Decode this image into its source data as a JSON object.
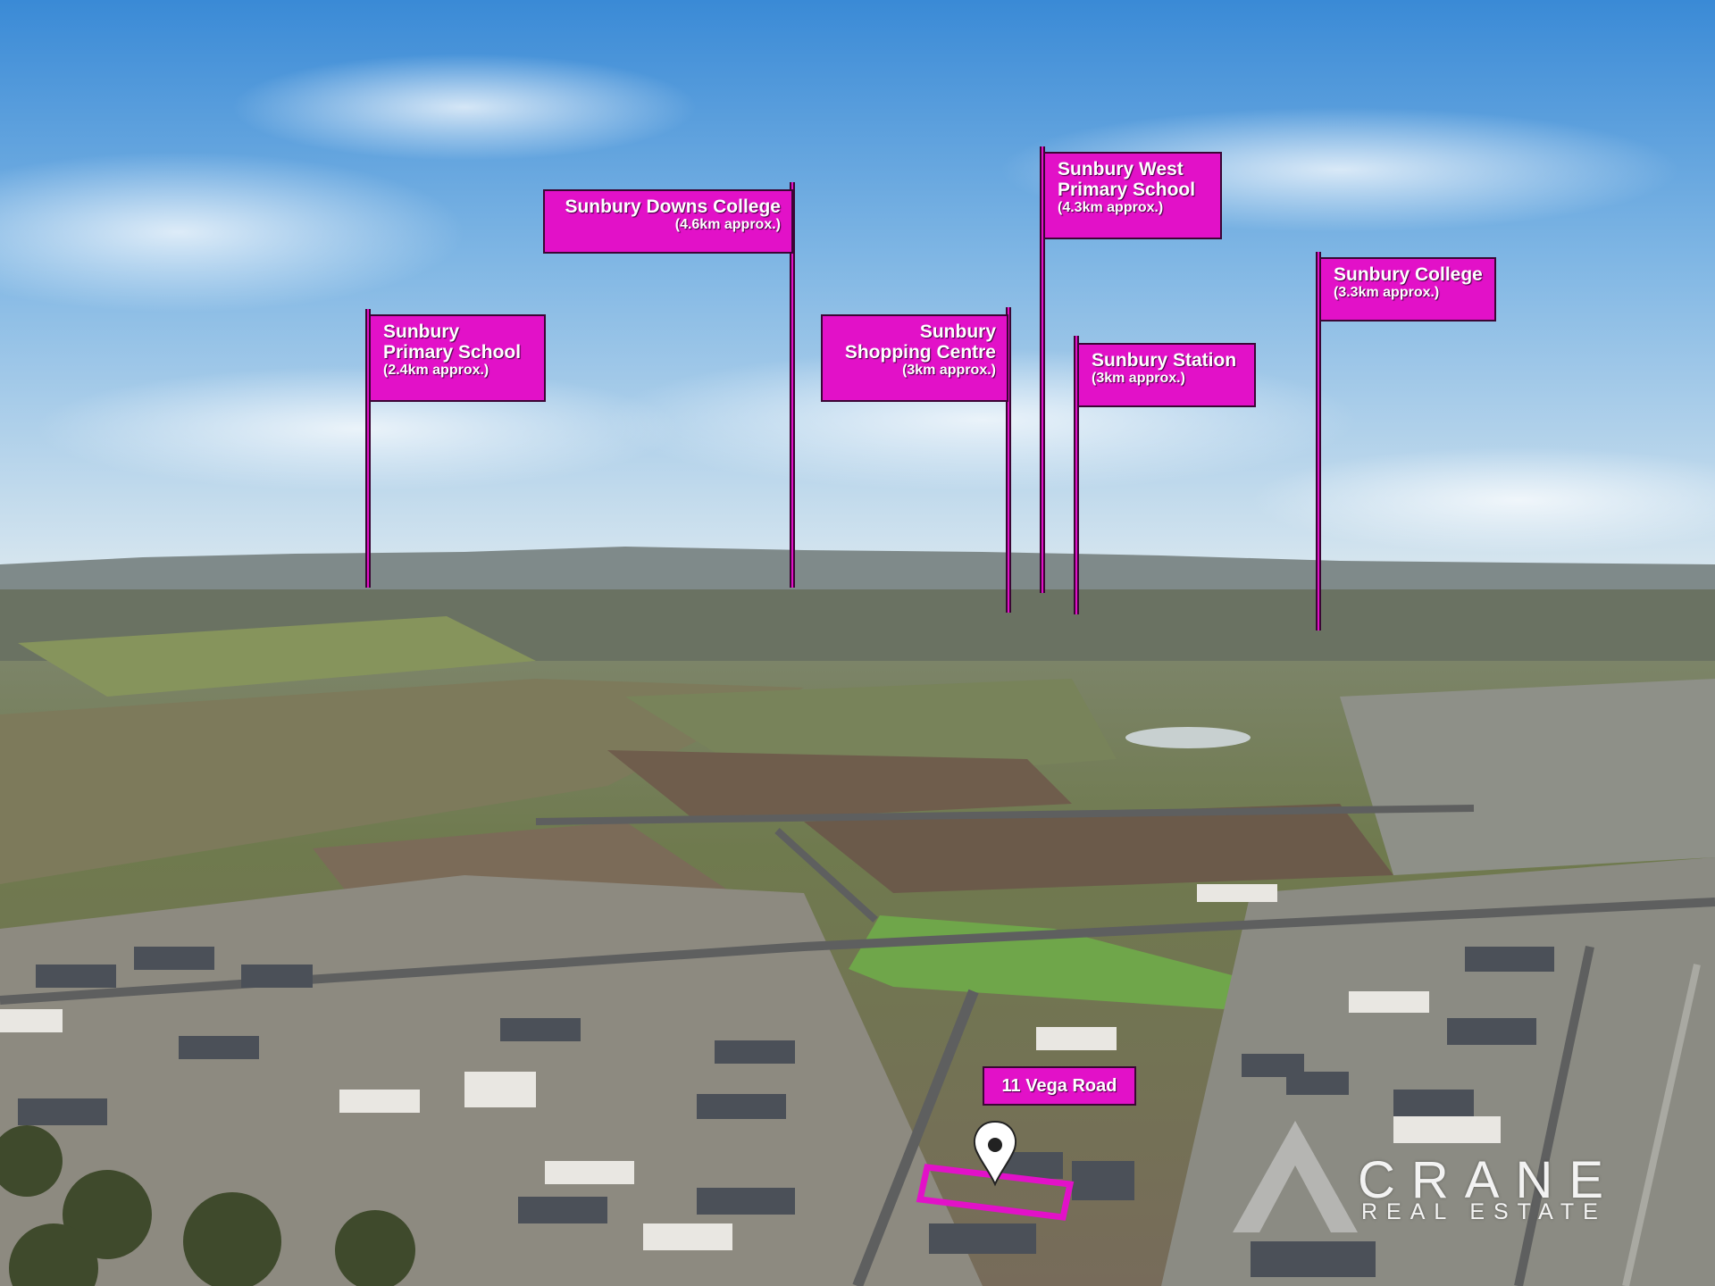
{
  "flags": [
    {
      "id": "sunbury-primary-school",
      "name": "Sunbury\nPrimary School",
      "distance": "(2.4km approx.)"
    },
    {
      "id": "sunbury-downs-college",
      "name": "Sunbury Downs College",
      "distance": "(4.6km approx.)"
    },
    {
      "id": "sunbury-shopping-centre",
      "name": "Sunbury\nShopping Centre",
      "distance": "(3km approx.)"
    },
    {
      "id": "sunbury-west-primary-school",
      "name": "Sunbury West\nPrimary School",
      "distance": "(4.3km approx.)"
    },
    {
      "id": "sunbury-station",
      "name": "Sunbury Station",
      "distance": "(3km approx.)"
    },
    {
      "id": "sunbury-college",
      "name": "Sunbury College",
      "distance": "(3.3km approx.)"
    }
  ],
  "property": {
    "label": "11 Vega Road"
  },
  "watermark": {
    "brand": "CRANE",
    "sub": "REAL ESTATE"
  },
  "colors": {
    "flag": "#e211c8",
    "flag_border": "#3a0634",
    "sky_top": "#3f8fd8",
    "grass": "#6a7a45"
  },
  "icons": {
    "pin": "map-pin-icon"
  }
}
